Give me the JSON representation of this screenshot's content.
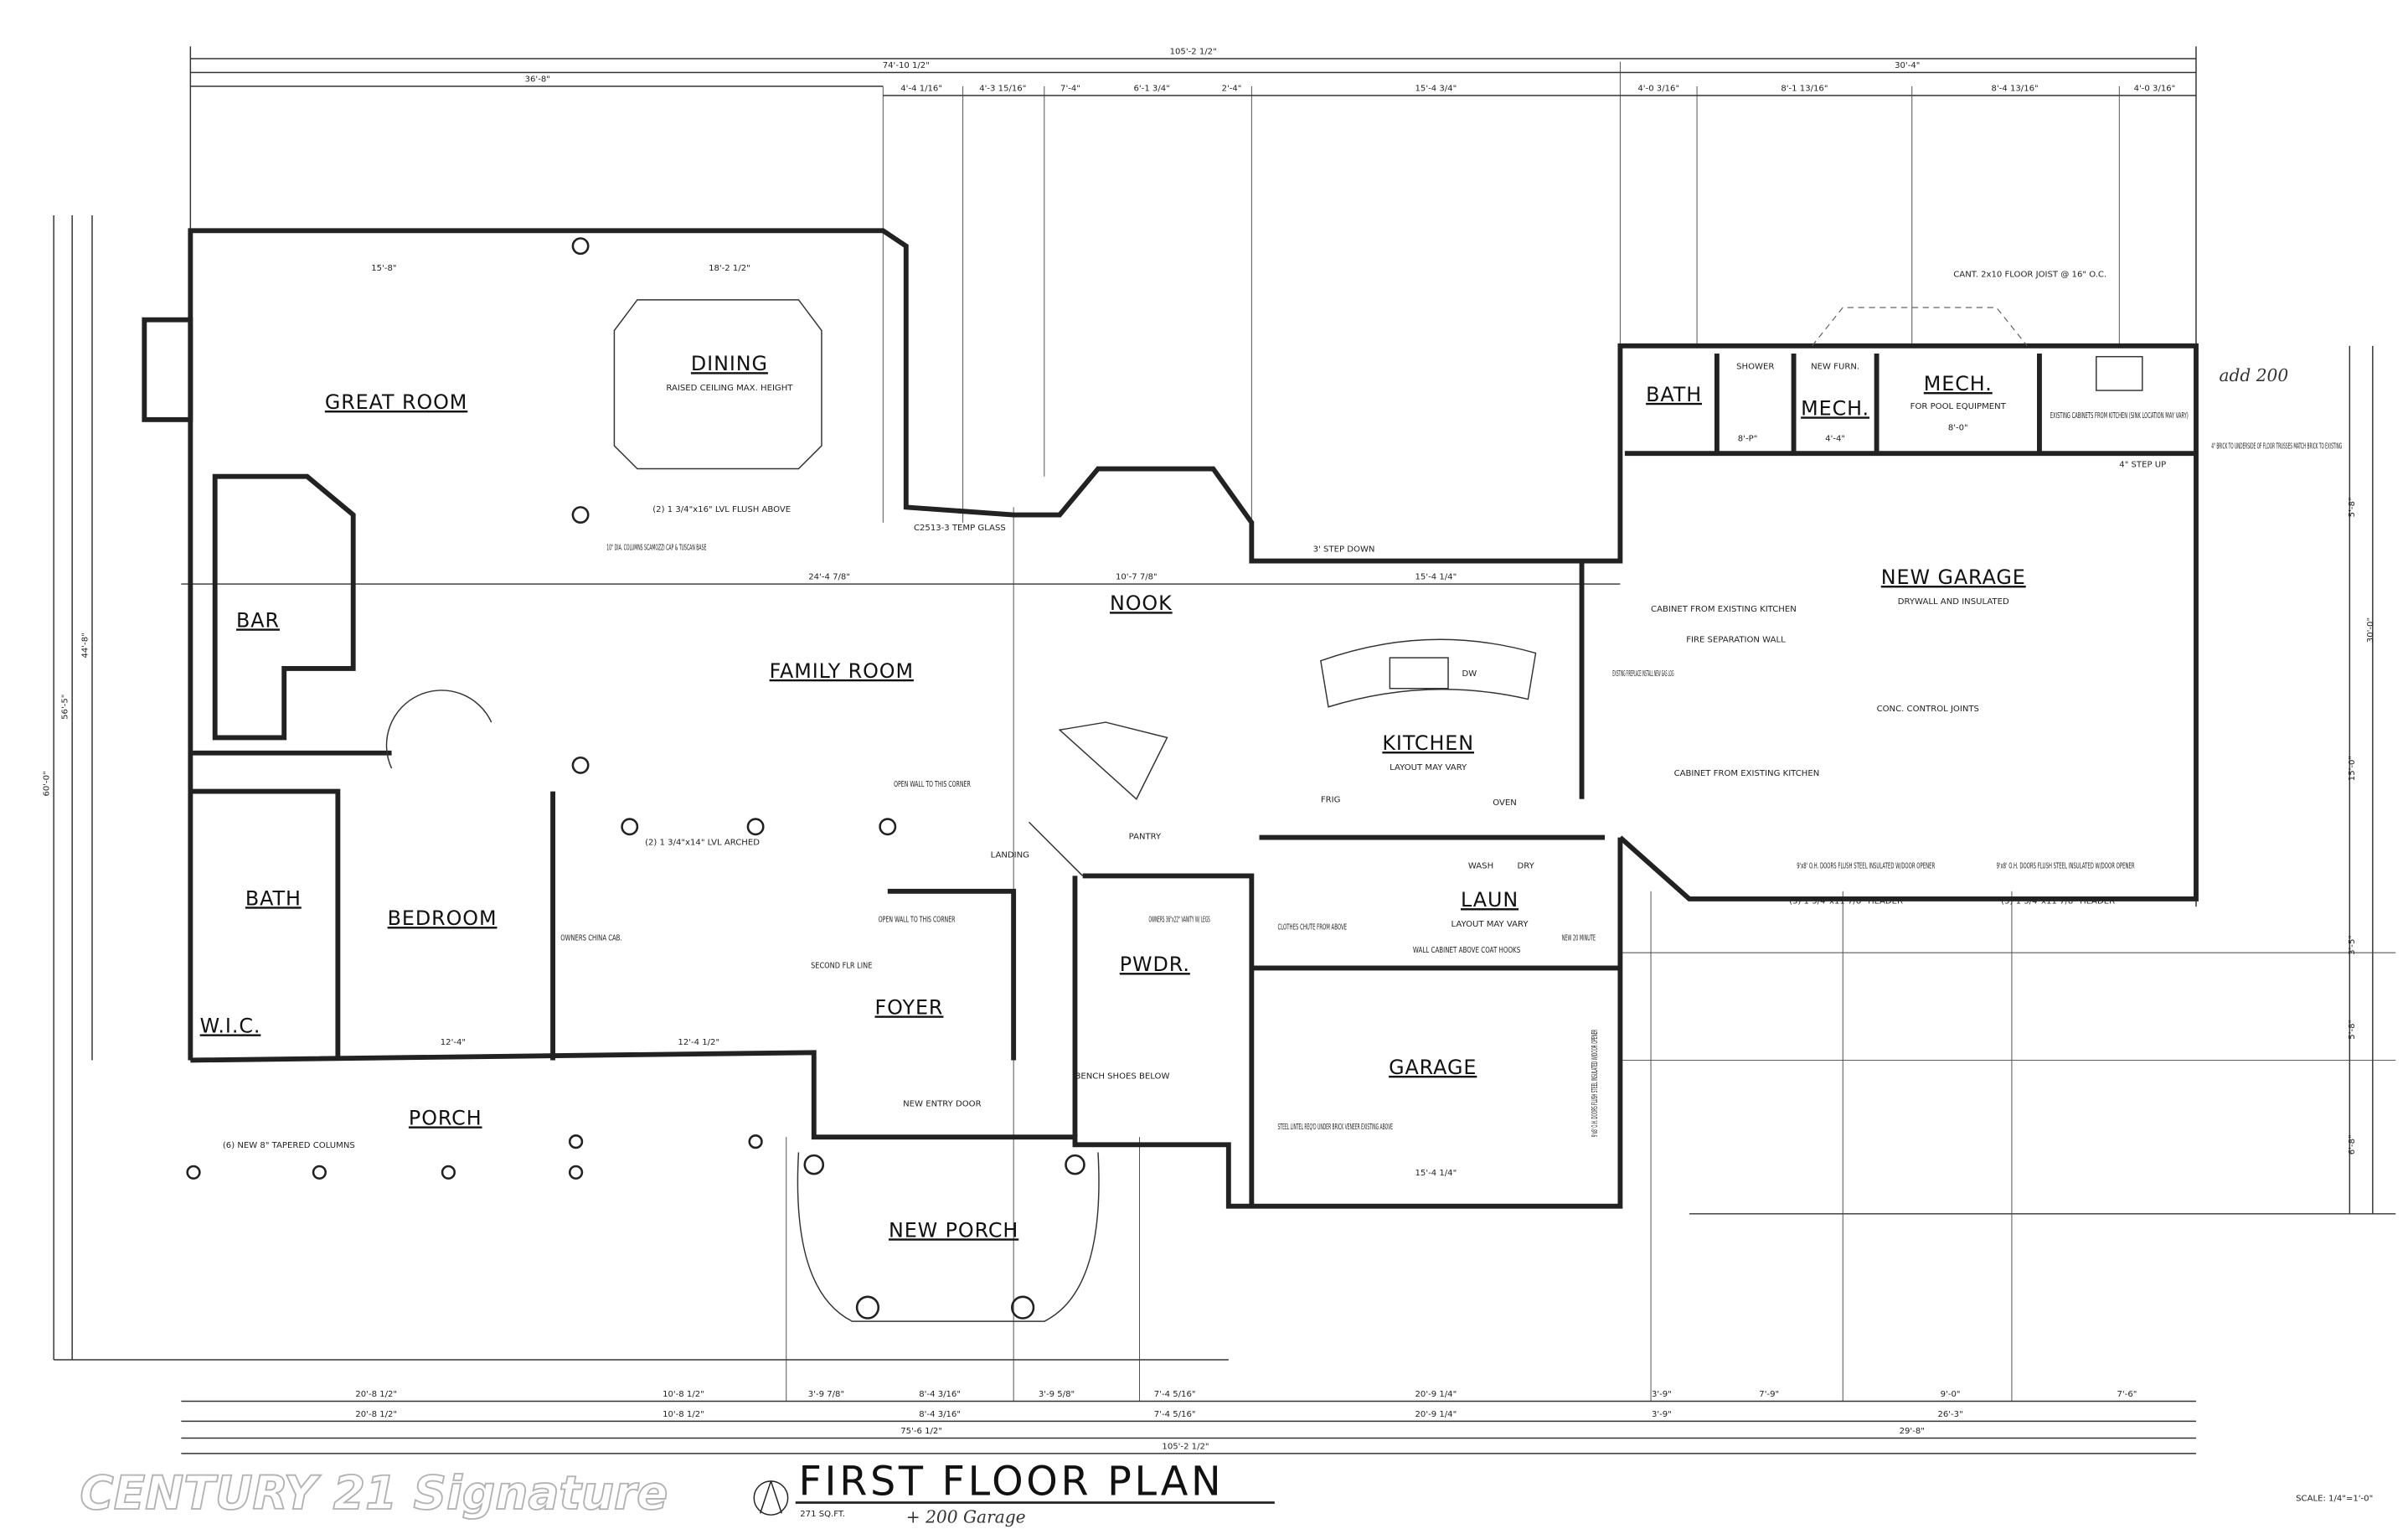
{
  "title": "FIRST FLOOR PLAN",
  "area_note": "271 SQ.FT.",
  "handwritten_area": "+ 200 Garage",
  "handwritten_add": "add 200",
  "scale": "SCALE: 1/4\"=1'-0\"",
  "watermark": "CENTURY 21 Signature",
  "rooms": {
    "great_room": "GREAT ROOM",
    "dining": "DINING",
    "dining_note": "RAISED CEILING MAX. HEIGHT",
    "bar": "BAR",
    "family_room": "FAMILY ROOM",
    "nook": "NOOK",
    "kitchen": "KITCHEN",
    "kitchen_note": "LAYOUT MAY VARY",
    "bath": "BATH",
    "bedroom": "BEDROOM",
    "wic": "W.I.C.",
    "foyer": "FOYER",
    "pwdr": "PWDR.",
    "laun": "LAUN",
    "laun_note": "LAYOUT MAY VARY",
    "garage": "GARAGE",
    "porch": "PORCH",
    "new_porch": "NEW PORCH",
    "new_garage": "NEW GARAGE",
    "new_garage_note": "DRYWALL AND INSULATED",
    "bath2": "BATH",
    "mech": "MECH.",
    "mech_pool": "MECH.",
    "mech_pool_note": "FOR POOL EQUIPMENT",
    "new_furn": "NEW FURN.",
    "shower": "SHOWER"
  },
  "notes": {
    "cant_joist": "CANT. 2x10 FLOOR JOIST @ 16\" O.C.",
    "existing_cabinets": "EXISTING CABINETS FROM KITCHEN (SINK LOCATION MAY VARY)",
    "brick": "4\" BRICK TO UNDERSIDE OF FLOOR TRUSSES MATCH BRICK TO EXISTING",
    "step_up": "4\" STEP UP",
    "cabinet_from_kitchen": "CABINET FROM EXISTING KITCHEN",
    "fire_sep": "FIRE SEPARATION WALL",
    "fireplace": "EXISTING FIREPLACE INSTALL NEW GAS LOG",
    "control_joints": "CONC. CONTROL JOINTS",
    "cabinet_from_kitchen2": "CABINET FROM EXISTING KITCHEN",
    "oh_doors1": "9'x8' O.H. DOORS FLUSH STEEL INSULATED W/DOOR OPENER",
    "oh_doors2": "9'x8' O.H. DOORS FLUSH STEEL INSULATED W/DOOR OPENER",
    "header1": "(3) 1 3/4\"x11 7/8\" HEADER",
    "header2": "(3) 1 3/4\"x11 7/8\" HEADER",
    "columns": "(6) NEW 8\" TAPERED COLUMNS",
    "dia_column": "10\" DIA. COLUMNS SCAMOZZI CAP & TUSCAN BASE",
    "lvl_flush": "(2) 1 3/4\"x16\" LVL FLUSH ABOVE",
    "lvl_arched": "(2) 1 3/4\"x14\" LVL ARCHED",
    "open_wall": "OPEN WALL TO THIS CORNER",
    "open_wall2": "OPEN WALL TO THIS CORNER",
    "new_entry": "NEW ENTRY DOOR",
    "steel_lintel": "STEEL LINTEL REQ'D UNDER BRICK VENEER EXISTING ABOVE",
    "owners_vanity": "OWNERS 36\"x22\" VANITY W/ LEGS",
    "bench": "BENCH SHOES BELOW",
    "landing": "LANDING",
    "pantry": "PANTRY",
    "step_down": "3' STEP DOWN",
    "temp_glass": "C2513-3 TEMP GLASS",
    "china_cab": "OWNERS CHINA CAB.",
    "second_floor_line": "SECOND FLR LINE",
    "wall_cabinet": "WALL CABINET ABOVE COAT HOOKS",
    "clothes_chute": "CLOTHES CHUTE FROM ABOVE",
    "frig": "FRIG",
    "oven": "OVEN",
    "dw": "DW",
    "wash": "WASH",
    "dry": "DRY",
    "new_20min": "NEW 20 MINUTE",
    "garage_doors": "9'x8' O.H. DOORS FLUSH STEEL INSULATED W/DOOR OPENER"
  },
  "dimensions": {
    "top": [
      "105'-2 1/2\"",
      "74'-10 1/2\"",
      "36'-8\"",
      "30'-4\"",
      "4'-4 1/16\"",
      "4'-3 15/16\"",
      "7'-4\"",
      "6'-1 3/4\"",
      "2'-4\"",
      "15'-4 3/4\"",
      "4'-0 3/16\"",
      "8'-1 13/16\"",
      "8'-4 13/16\"",
      "4'-0 3/16\""
    ],
    "inner": [
      "15'-8\"",
      "18'-2 1/2\"",
      "24'-4 7/8\"",
      "10'-7 7/8\"",
      "15'-4 1/4\"",
      "15'-4 1/4\"",
      "12'-4\"",
      "12'-4 1/2\"",
      "8'-0\"",
      "4'-4\"",
      "8'-P\""
    ],
    "bottom_row1": [
      "20'-8 1/2\"",
      "10'-8 1/2\"",
      "3'-9 7/8\"",
      "8'-4 3/16\"",
      "3'-9 5/8\"",
      "7'-4 5/16\"",
      "20'-9 1/4\"",
      "3'-9\"",
      "7'-9\"",
      "9'-0\"",
      "7'-6\""
    ],
    "bottom_row2": [
      "20'-8 1/2\"",
      "10'-8 1/2\"",
      "8'-4 3/16\"",
      "7'-4 5/16\"",
      "20'-9 1/4\"",
      "3'-9\"",
      "26'-3\""
    ],
    "bottom_row3": [
      "75'-6 1/2\"",
      "29'-8\""
    ],
    "bottom_row4": [
      "105'-2 1/2\""
    ],
    "left": [
      "60'-0\"",
      "56'-5\"",
      "44'-8\""
    ],
    "right": [
      "5'-8\"",
      "30'-0\"",
      "15'-0\"",
      "3'-5\"",
      "5'-8\"",
      "6'-8\""
    ]
  }
}
